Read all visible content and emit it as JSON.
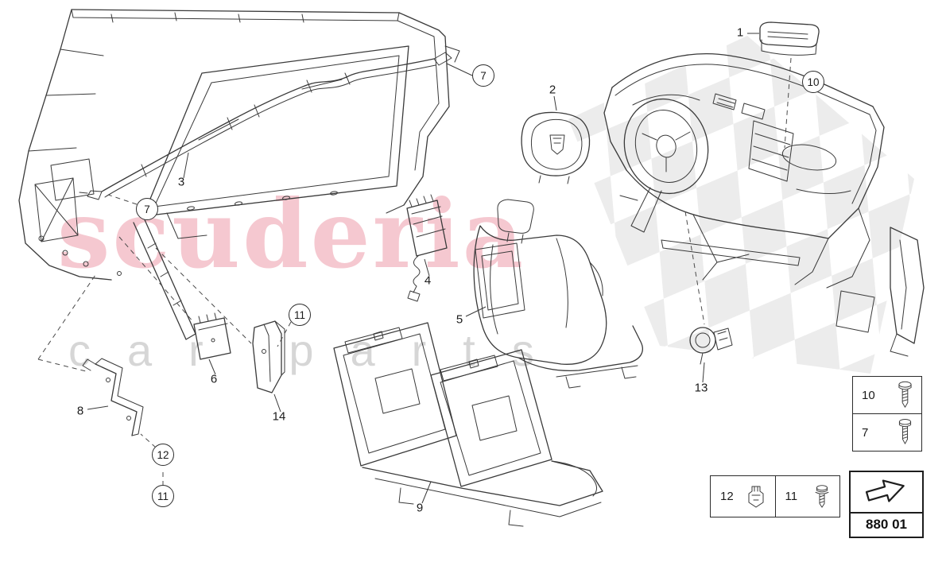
{
  "watermark": {
    "brand": "scuderia",
    "sub": "car parts"
  },
  "callouts": {
    "plain": [
      {
        "label": "1"
      },
      {
        "label": "2"
      },
      {
        "label": "3"
      },
      {
        "label": "4"
      },
      {
        "label": "5"
      },
      {
        "label": "6"
      },
      {
        "label": "8"
      },
      {
        "label": "9"
      },
      {
        "label": "13"
      },
      {
        "label": "14"
      }
    ],
    "circled": [
      {
        "label": "7"
      },
      {
        "label": "7"
      },
      {
        "label": "10"
      },
      {
        "label": "11"
      },
      {
        "label": "12"
      },
      {
        "label": "11"
      }
    ]
  },
  "legend": {
    "screws": {
      "rows": [
        {
          "num": "10"
        },
        {
          "num": "7"
        }
      ]
    },
    "clips": {
      "cells": [
        {
          "num": "12"
        },
        {
          "num": "11"
        }
      ]
    },
    "part_box": {
      "code": "880 01"
    }
  },
  "colors": {
    "accent_pink": "#dd4a63",
    "watermark_gray": "#d4d4d4",
    "checker": "#ececec",
    "line": "#3a3a3a"
  }
}
